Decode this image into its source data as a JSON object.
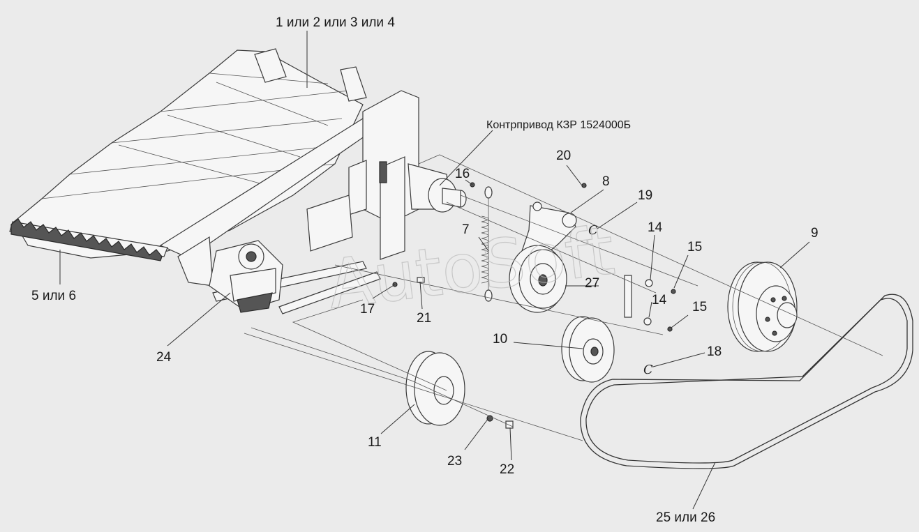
{
  "labels": {
    "l_1_2_3_4": "1 или 2 или 3 или 4",
    "l_5_6": "5 или 6",
    "l_kontr": "Контрпривод КЗР 1524000Б",
    "l_7": "7",
    "l_8": "8",
    "l_9": "9",
    "l_10": "10",
    "l_11": "11",
    "l_14a": "14",
    "l_14b": "14",
    "l_15a": "15",
    "l_15b": "15",
    "l_16": "16",
    "l_17": "17",
    "l_18": "18",
    "l_19": "19",
    "l_20": "20",
    "l_21": "21",
    "l_22": "22",
    "l_23": "23",
    "l_24": "24",
    "l_25_26": "25 или 26",
    "l_27": "27"
  },
  "watermark": "AutoSoft",
  "clip_glyph": "C"
}
